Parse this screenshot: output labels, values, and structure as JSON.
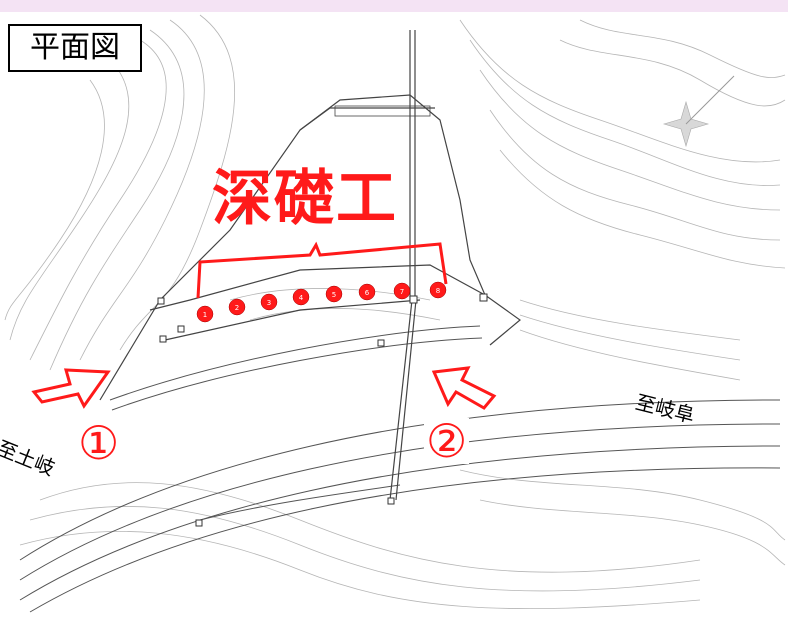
{
  "title": "平面図",
  "deep_foundation_label": "深礎工",
  "direction_labels": {
    "left": "至土岐",
    "right": "至岐阜"
  },
  "viewpoint_markers": [
    "①",
    "②"
  ],
  "pier_numbers": [
    "1",
    "2",
    "3",
    "4",
    "5",
    "6",
    "7",
    "8"
  ],
  "colors": {
    "highlight": "#ff1a1a",
    "linework": "#555555",
    "contour": "#b5b5b5",
    "header_bar": "#f4e3f4"
  },
  "icons": [
    "north-arrow-icon",
    "arrow-right-icon"
  ]
}
